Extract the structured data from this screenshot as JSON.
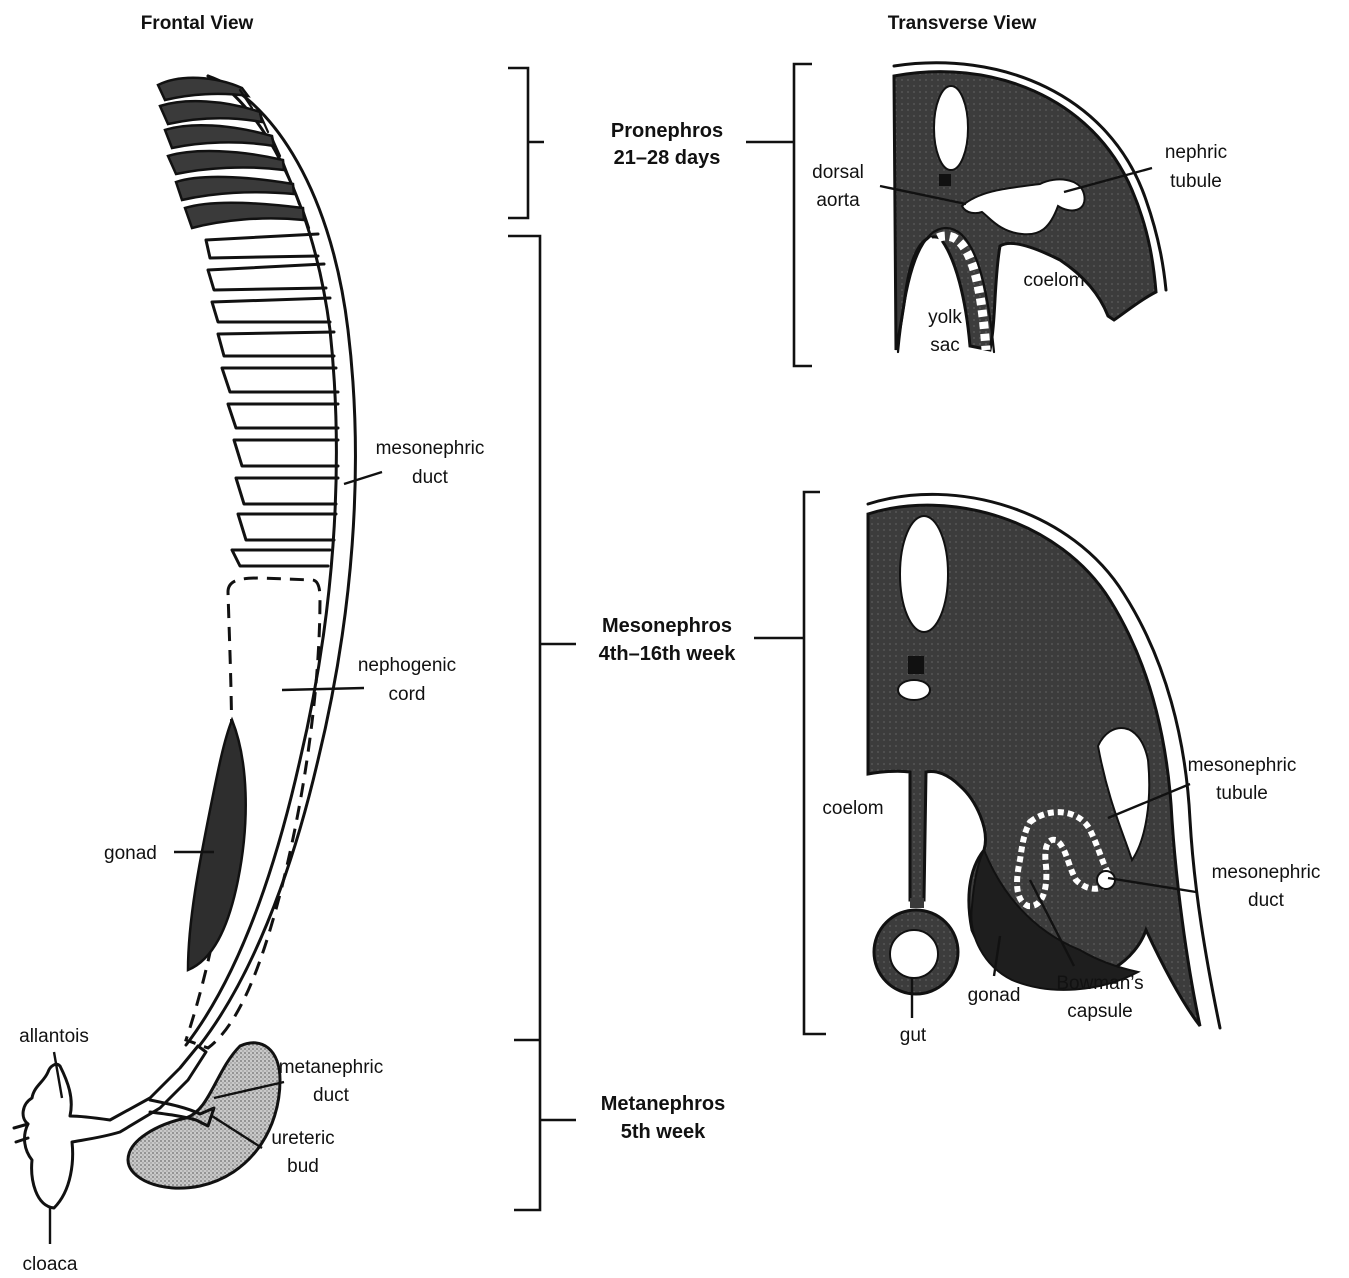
{
  "headers": {
    "frontal": "Frontal View",
    "transverse": "Transverse View"
  },
  "stages": [
    {
      "name": "Pronephros",
      "time": "21–28 days"
    },
    {
      "name": "Mesonephros",
      "time": "4th–16th week"
    },
    {
      "name": "Metanephros",
      "time": "5th week"
    }
  ],
  "frontal_labels": {
    "mesonephric_duct": [
      "mesonephric",
      "duct"
    ],
    "nephogenic_cord": [
      "nephogenic",
      "cord"
    ],
    "gonad": "gonad",
    "allantois": "allantois",
    "metanephric_duct": [
      "metanephric",
      "duct"
    ],
    "ureteric_bud": [
      "ureteric",
      "bud"
    ],
    "cloaca": "cloaca"
  },
  "pronephros_section_labels": {
    "dorsal_aorta": [
      "dorsal",
      "aorta"
    ],
    "nephric_tubule": [
      "nephric",
      "tubule"
    ],
    "coelom": "coelom",
    "yolk_sac": [
      "yolk",
      "sac"
    ]
  },
  "mesonephros_section_labels": {
    "coelom": "coelom",
    "mesonephric_tubule": [
      "mesonephric",
      "tubule"
    ],
    "mesonephric_duct": [
      "mesonephric",
      "duct"
    ],
    "gut": "gut",
    "gonad": "gonad",
    "bowmans_capsule": [
      "Bowman’s",
      "capsule"
    ]
  },
  "colors": {
    "ink": "#111111",
    "tissue_dark": "#3a3a3a",
    "stipple": "#8a8a8a"
  }
}
